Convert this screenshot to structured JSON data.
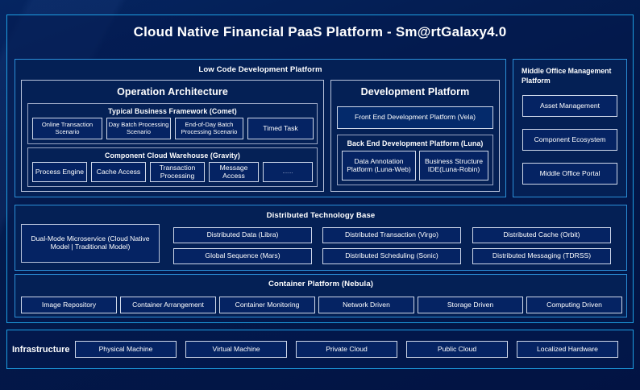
{
  "title": "Cloud Native Financial PaaS Platform - Sm@rtGalaxy4.0",
  "colors": {
    "background": "#03194a",
    "accent_border": "#1e9fe3",
    "panel_border": "#2b8fd8",
    "chip_border": "#cfd8ea",
    "text": "#ffffff"
  },
  "low_code": {
    "header": "Low Code Development Platform",
    "operation_architecture": {
      "header": "Operation Architecture",
      "typical_business_framework": {
        "header": "Typical Business Framework (Comet)",
        "items": [
          "Online Transaction Scenario",
          "Day Batch Processing Scenario",
          "End-of-Day Batch Processing Scenario",
          "Timed Task"
        ]
      },
      "component_cloud_warehouse": {
        "header": "Component Cloud Warehouse (Gravity)",
        "items": [
          "Process Engine",
          "Cache Access",
          "Transaction Processing",
          "Message Access",
          "......"
        ]
      }
    },
    "development_platform": {
      "header": "Development Platform",
      "front_end": "Front End Development Platform (Vela)",
      "back_end": {
        "header": "Back End Development Platform (Luna)",
        "items": [
          "Data Annotation Platform (Luna-Web)",
          "Business Structure IDE(Luna-Robin)"
        ]
      }
    }
  },
  "middle_office": {
    "header": "Middle Office Management Platform",
    "items": [
      "Asset Management",
      "Component Ecosystem",
      "Middle Office Portal"
    ]
  },
  "distributed_technology_base": {
    "header": "Distributed Technology Base",
    "feature": "Dual-Mode Microservice (Cloud Native Model | Traditional Model)",
    "items": [
      "Distributed Data (Libra)",
      "Global Sequence (Mars)",
      "Distributed Transaction (Virgo)",
      "Distributed Scheduling (Sonic)",
      "Distributed Cache (Orbit)",
      "Distributed Messaging (TDRSS)"
    ]
  },
  "container_platform": {
    "header": "Container Platform (Nebula)",
    "items": [
      "Image Repository",
      "Container Arrangement",
      "Container Monitoring",
      "Network Driven",
      "Storage Driven",
      "Computing Driven"
    ]
  },
  "infrastructure": {
    "label": "Infrastructure",
    "items": [
      "Physical Machine",
      "Virtual Machine",
      "Private Cloud",
      "Public Cloud",
      "Localized Hardware"
    ]
  }
}
